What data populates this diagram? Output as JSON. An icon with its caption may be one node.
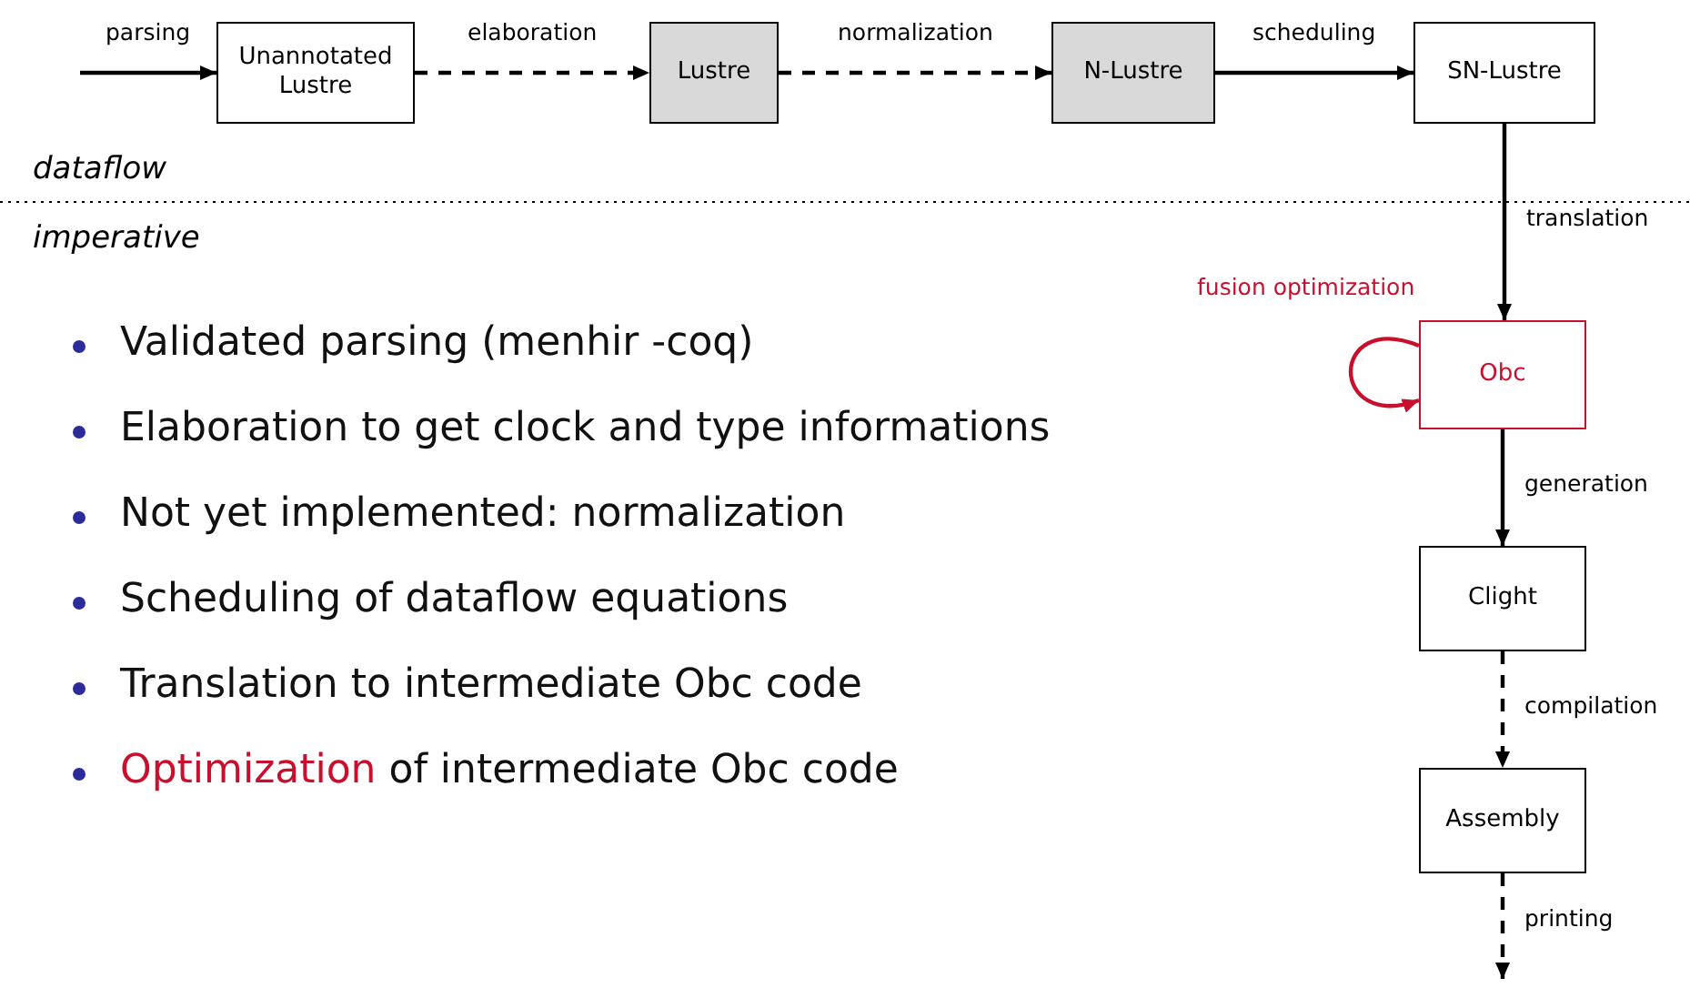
{
  "diagram": {
    "nodes": [
      {
        "text": [
          "Unannotated Lustre"
        ]
      },
      {
        "text": [
          "Lustre"
        ]
      },
      {
        "text": [
          "N-Lustre"
        ]
      },
      {
        "text": [
          "SN-Lustre"
        ]
      },
      {
        "text": [
          "Obc"
        ]
      },
      {
        "text": [
          "Clight"
        ]
      },
      {
        "text": [
          "Assembly"
        ]
      }
    ],
    "edges": [
      {
        "from": null,
        "to": 0,
        "arrow": "to",
        "label": "parsing"
      },
      {
        "from": 0,
        "to": 1,
        "arrow": "to",
        "label": "elaboration",
        "style": "dashed"
      },
      {
        "from": 1,
        "to": 2,
        "arrow": "to",
        "label": "normalization",
        "style": "dashed"
      },
      {
        "from": 2,
        "to": 3,
        "arrow": "to",
        "label": "scheduling"
      },
      {
        "from": 3,
        "to": 4,
        "arrow": "to",
        "label": "translation"
      },
      {
        "from": 4,
        "to": 4,
        "arrow": "to",
        "label": "fusion optimization",
        "color": "#c8102e"
      },
      {
        "from": 4,
        "to": 5,
        "arrow": "to",
        "label": "generation"
      },
      {
        "from": 5,
        "to": 6,
        "arrow": "to",
        "label": "compilation",
        "style": "dashed"
      },
      {
        "from": 6,
        "to": null,
        "arrow": "to",
        "label": "printing",
        "style": "dashed"
      }
    ],
    "labels": [
      "dataflow",
      "imperative",
      "Validated parsing (menhir -coq)",
      "Elaboration to get clock and type informations",
      "Not yet implemented: normalization",
      "Scheduling of dataflow equations",
      "Translation to intermediate Obc code",
      "*Optimization* of intermediate Obc code"
    ]
  }
}
